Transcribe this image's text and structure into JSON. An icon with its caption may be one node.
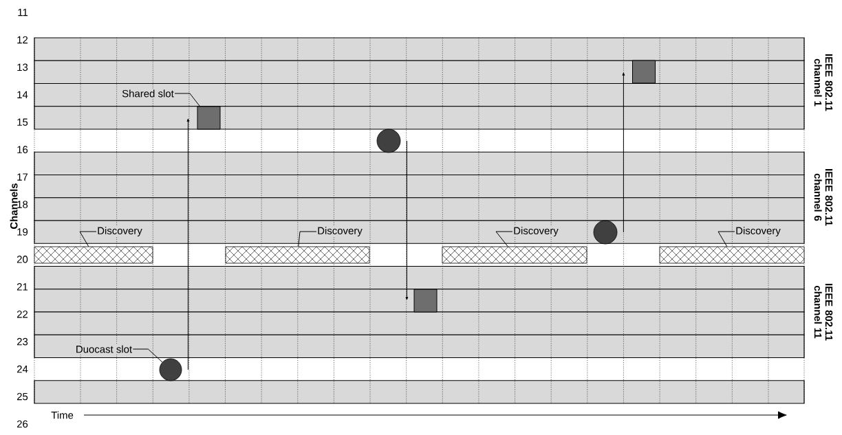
{
  "diagram": {
    "nodes": [
      {
        "text": [
          "Shared slot"
        ]
      },
      {
        "text": [],
        "shape": "box"
      },
      {
        "text": [],
        "shape": "box"
      },
      {
        "text": [],
        "shape": "circle"
      },
      {
        "text": [],
        "shape": "circle"
      },
      {
        "text": [
          "Discovery"
        ]
      },
      {
        "text": [],
        "shape": "bar"
      },
      {
        "text": [
          "Discovery"
        ]
      },
      {
        "text": [],
        "shape": "bar"
      },
      {
        "text": [
          "Discovery"
        ]
      },
      {
        "text": [],
        "shape": "bar"
      },
      {
        "text": [
          "Discovery"
        ]
      },
      {
        "text": [],
        "shape": "bar"
      },
      {
        "text": [],
        "shape": "box"
      },
      {
        "text": [
          "Duocast slot"
        ]
      },
      {
        "text": [],
        "shape": "circle"
      }
    ],
    "edges": [
      {
        "from": 0,
        "to": 1,
        "arrow": "none"
      },
      {
        "from": 5,
        "to": 6,
        "arrow": "none"
      },
      {
        "from": 7,
        "to": 8,
        "arrow": "none"
      },
      {
        "from": 9,
        "to": 10,
        "arrow": "none"
      },
      {
        "from": 11,
        "to": 12,
        "arrow": "none"
      },
      {
        "from": 14,
        "to": 15,
        "arrow": "none"
      },
      {
        "from": 15,
        "to": 1,
        "arrow": "to"
      },
      {
        "from": 3,
        "to": 13,
        "arrow": "to"
      },
      {
        "from": 4,
        "to": 2,
        "arrow": "to"
      }
    ],
    "labels": [
      "11",
      "12",
      "13",
      "14",
      "15",
      "16",
      "17",
      "18",
      "19",
      "20",
      "21",
      "22",
      "23",
      "24",
      "25",
      "26",
      "Channels",
      "IEEE 802.11 channel 1",
      "IEEE 802.11 channel 6",
      "IEEE 802.11 channel 11",
      "Time"
    ]
  }
}
